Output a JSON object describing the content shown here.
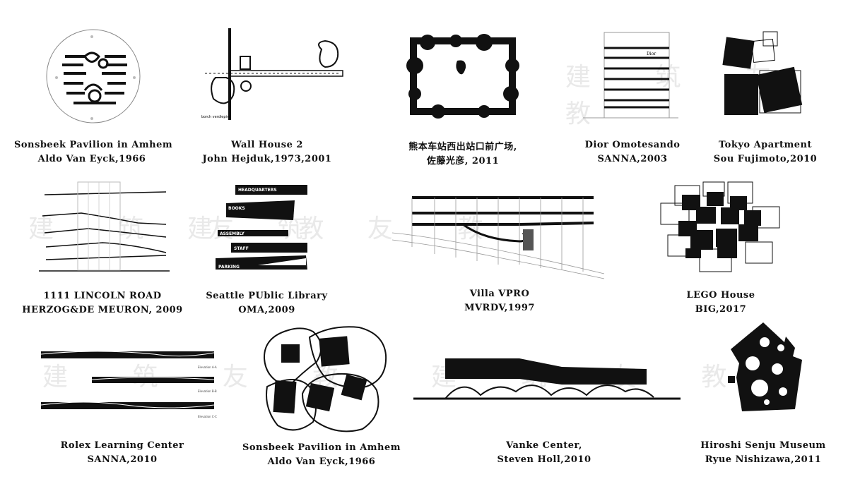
{
  "projects": [
    {
      "title": "Sonsbeek Pavilion in Amhem",
      "credit": "Aldo Van Eyck,1966",
      "icon": "circular-pavilion-plan"
    },
    {
      "title": "Wall House 2",
      "credit": "John Hejduk,1973,2001",
      "icon": "wall-house-plan"
    },
    {
      "title": "熊本车站西出站口前广场,",
      "credit": "佐藤光彦, 2011",
      "icon": "kumamoto-plaza-plan"
    },
    {
      "title": "Dior Omotesando",
      "credit": "SANNA,2003",
      "icon": "dior-elevation"
    },
    {
      "title": "Tokyo Apartment",
      "credit": "Sou Fujimoto,2010",
      "icon": "stacked-houses-diagram"
    },
    {
      "title": "1111 LINCOLN ROAD",
      "credit": "HERZOG&DE MEURON, 2009",
      "icon": "parking-section"
    },
    {
      "title": "Seattle PUblic Library",
      "credit": "OMA,2009",
      "icon": "library-program-diagram"
    },
    {
      "title": "Villa VPRO",
      "credit": "MVRDV,1997",
      "icon": "villa-vpro-section"
    },
    {
      "title": "LEGO House",
      "credit": "BIG,2017",
      "icon": "lego-house-blocks"
    },
    {
      "title": "Rolex Learning Center",
      "credit": "SANNA,2010",
      "icon": "rolex-elevations"
    },
    {
      "title": "Sonsbeek Pavilion in Amhem",
      "credit": "Aldo Van Eyck,1966",
      "icon": "blob-plan"
    },
    {
      "title": "Vanke Center,",
      "credit": "Steven Holl,2010",
      "icon": "vanke-elevation"
    },
    {
      "title": "Hiroshi Senju Museum",
      "credit": "Ryue Nishizawa,2011",
      "icon": "senju-museum-plan"
    }
  ],
  "drawing_labels": {
    "wall_house": "borch verdieping",
    "dior": "Dior",
    "library": [
      "HEADQUARTERS",
      "BOOKS",
      "ASSEMBLY",
      "STAFF",
      "PARKING"
    ],
    "rolex": [
      "Elevation A-A",
      "Elevation B-B",
      "Elevation C-C"
    ]
  },
  "watermark": "建 筑 友 教",
  "colors": {
    "ink": "#111111",
    "watermark": "#e9e9e9",
    "background": "#ffffff"
  }
}
